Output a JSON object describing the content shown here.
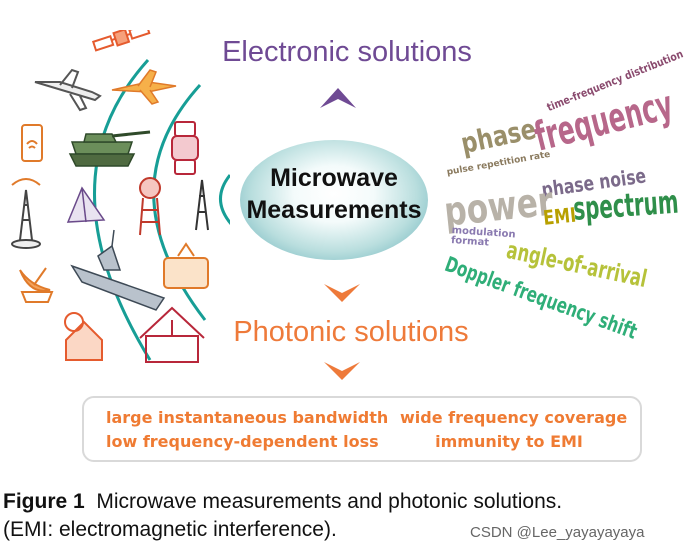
{
  "diagram": {
    "electronic_title": "Electronic solutions",
    "photonic_title": "Photonic solutions",
    "hub_line1": "Microwave",
    "hub_line2": "Measurements",
    "word_cloud": [
      "time-frequency distribution",
      "phase",
      "frequency",
      "pulse repetition rate",
      "phase noise",
      "power",
      "EMI",
      "spectrum",
      "modulation format",
      "angle-of-arrival",
      "Doppler frequency shift"
    ],
    "properties": [
      "large instantaneous bandwidth",
      "wide frequency coverage",
      "low frequency-dependent loss",
      "immunity to EMI"
    ],
    "icons": [
      "satellite-icon",
      "airliner-icon",
      "fighter-jet-icon",
      "smartphone-icon",
      "tank-icon",
      "wristwatch-icon",
      "radio-tower-icon",
      "stealth-tent-icon",
      "radar-tower-icon",
      "antenna-mast-icon",
      "satellite-dish-icon",
      "warship-icon",
      "tv-icon",
      "dish-house-icon",
      "home-icon"
    ]
  },
  "caption": {
    "label": "Figure 1",
    "text": "Microwave measurements and photonic solutions.",
    "line2": "(EMI: electromagnetic interference)."
  },
  "watermark": "CSDN @Lee_yayayayaya",
  "colors": {
    "electronic": "#6f4a94",
    "photonic": "#ee7a3a",
    "arc": "#179e96",
    "hub_edge": "#5aa9b3"
  }
}
